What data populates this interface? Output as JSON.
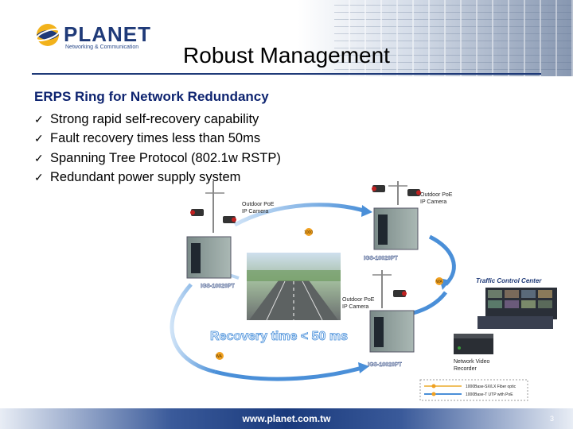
{
  "logo": {
    "name": "PLANET",
    "tagline": "Networking & Communication"
  },
  "title": "Robust Management",
  "subtitle": "ERPS Ring for Network Redundancy",
  "bullets": [
    "Strong rapid self-recovery capability",
    "Fault recovery times less than 50ms",
    "Spanning Tree Protocol (802.1w RSTP)",
    "Redundant power supply system"
  ],
  "diagram": {
    "camera_label_1": "Outdoor PoE",
    "camera_label_2": "IP Camera",
    "switch_label": "IGS-10020PT",
    "recovery_text": "Recovery time < 50 ms",
    "tcc_label": "Traffic Control Center",
    "nvr_label_1": "Network Video",
    "nvr_label_2": "Recorder",
    "legend_fiber": "1000Base-SX/LX Fiber optic",
    "legend_copper": "1000Base-T UTP with PoE",
    "port_tags": [
      "1000",
      "WA",
      "WA"
    ]
  },
  "footer": {
    "url": "www.planet.com.tw",
    "page": "3"
  },
  "colors": {
    "brand": "#1f3a78",
    "ring": "#4a90d9",
    "ring_dot": "#f0a020",
    "recovery_text": "#f0f0f0"
  },
  "icons": [
    "check-icon",
    "planet-globe-icon",
    "camera-icon",
    "switch-cabinet-icon",
    "road-photo",
    "monitor-wall-icon",
    "nvr-icon"
  ]
}
